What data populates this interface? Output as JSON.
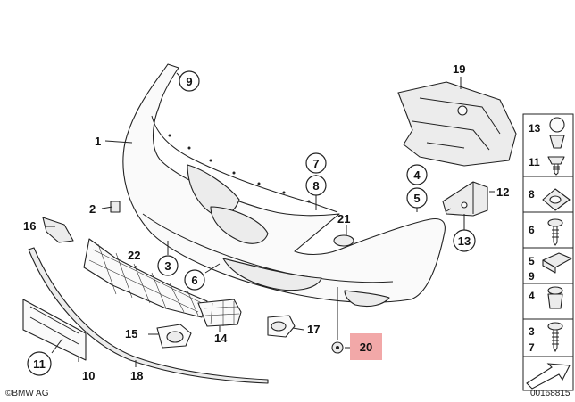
{
  "callouts": {
    "c1": "1",
    "c2": "2",
    "c3": "3",
    "c4": "4",
    "c5": "5",
    "c6": "6",
    "c7": "7",
    "c8": "8",
    "c9": "9",
    "c10": "10",
    "c11": "11",
    "c12": "12",
    "c13": "13",
    "c14": "14",
    "c15": "15",
    "c16": "16",
    "c17": "17",
    "c18": "18",
    "c19": "19",
    "c20": "20",
    "c21": "21",
    "c22": "22"
  },
  "legend": [
    "13",
    "11",
    "8",
    "6",
    "5",
    "9",
    "4",
    "3",
    "7"
  ],
  "highlight_color": "#f2a8a8",
  "footer": {
    "brand": "©BMW AG",
    "code": "00168815"
  }
}
